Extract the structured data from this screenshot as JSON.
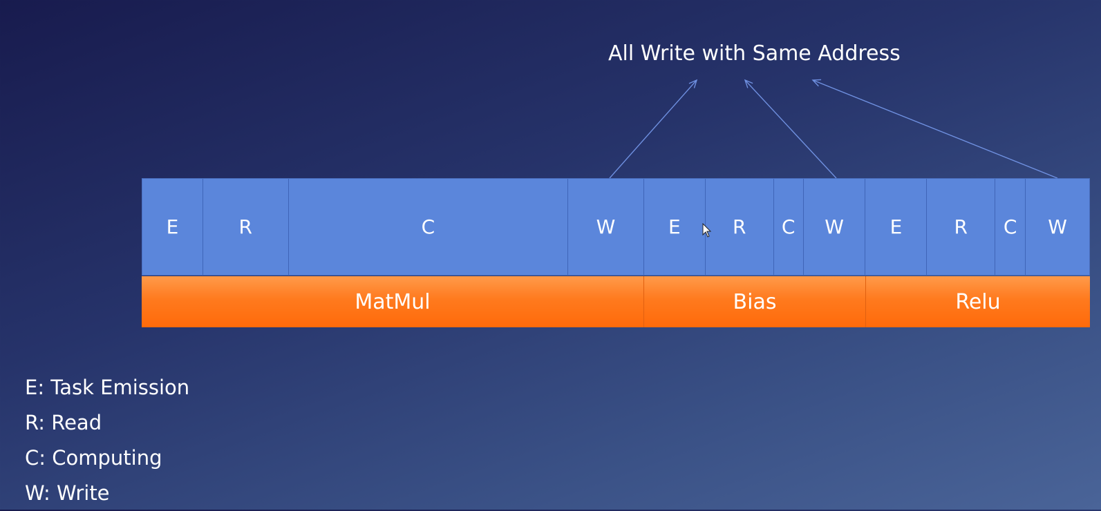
{
  "title": "All Write with Same Address",
  "segments": [
    {
      "label": "E"
    },
    {
      "label": "R"
    },
    {
      "label": "C"
    },
    {
      "label": "W"
    },
    {
      "label": "E"
    },
    {
      "label": "R"
    },
    {
      "label": "C"
    },
    {
      "label": "W"
    },
    {
      "label": "E"
    },
    {
      "label": "R"
    },
    {
      "label": "C"
    },
    {
      "label": "W"
    }
  ],
  "operations": [
    {
      "label": "MatMul"
    },
    {
      "label": "Bias"
    },
    {
      "label": "Relu"
    }
  ],
  "legend": [
    {
      "text": "E: Task Emission"
    },
    {
      "text": "R: Read"
    },
    {
      "text": "C: Computing"
    },
    {
      "text": "W: Write"
    }
  ],
  "colors": {
    "segment_fill": "#5b86db",
    "operation_fill": "#ff7a1e",
    "arrow": "#6f90e0"
  }
}
